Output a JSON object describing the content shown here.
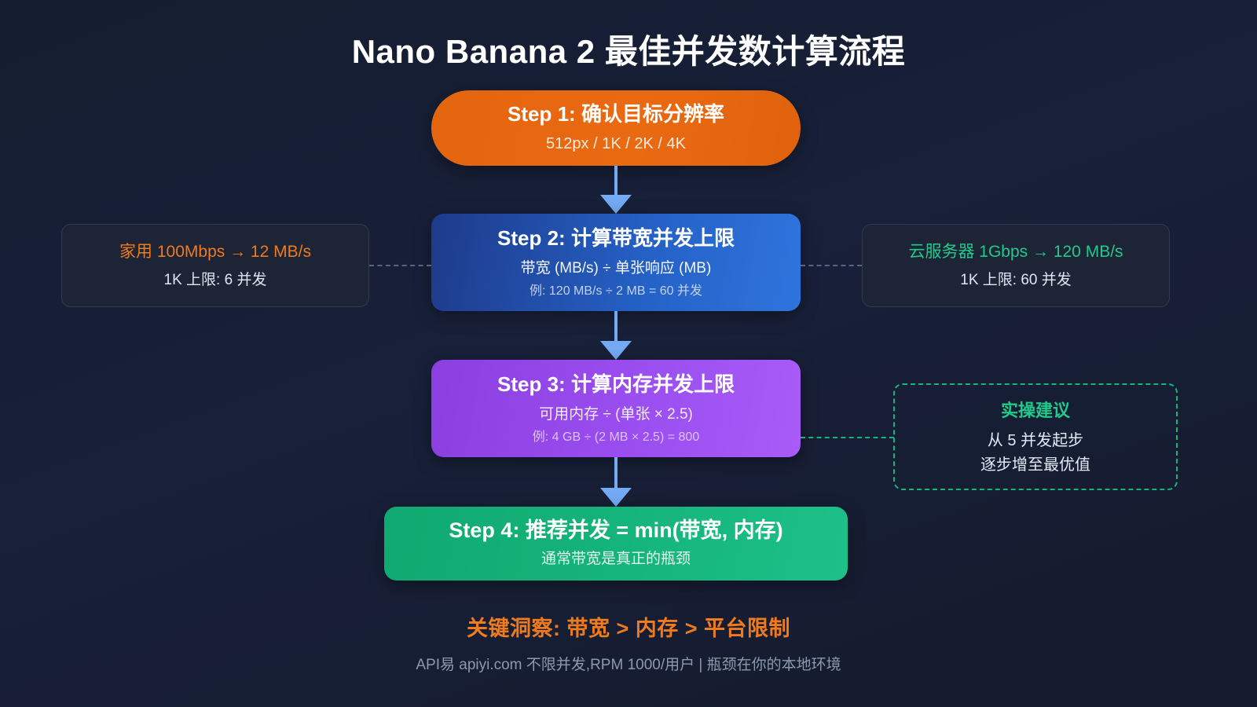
{
  "page": {
    "title": "Nano Banana 2 最佳并发数计算流程",
    "key_insight": "关键洞察: 带宽 > 内存 > 平台限制",
    "footer": "API易 apiyi.com 不限并发,RPM 1000/用户 | 瓶颈在你的本地环境"
  },
  "colors": {
    "background": "#18203a",
    "step1": "#e4650f",
    "step2": "#2563c9",
    "step3": "#9b4ef0",
    "step4": "#15b57b",
    "arrow": "#74aaf4",
    "accent_orange": "#f07a1e",
    "accent_green": "#22c98a",
    "dash_gray": "#566581"
  },
  "steps": [
    {
      "id": "step1",
      "title": "Step 1: 确认目标分辨率",
      "subtitle": "512px / 1K / 2K / 4K",
      "example": ""
    },
    {
      "id": "step2",
      "title": "Step 2: 计算带宽并发上限",
      "subtitle": "带宽 (MB/s) ÷ 单张响应 (MB)",
      "example": "例: 120 MB/s ÷ 2 MB = 60 并发"
    },
    {
      "id": "step3",
      "title": "Step 3: 计算内存并发上限",
      "subtitle": "可用内存 ÷ (单张 × 2.5)",
      "example": "例: 4 GB ÷ (2 MB × 2.5) = 800"
    },
    {
      "id": "step4",
      "title": "Step 4: 推荐并发 = min(带宽, 内存)",
      "subtitle": "通常带宽是真正的瓶颈",
      "example": ""
    }
  ],
  "side_cards": {
    "left": {
      "head": "家用 100Mbps → 12 MB/s",
      "sub": "1K 上限: 6 并发"
    },
    "right": {
      "head": "云服务器 1Gbps → 120 MB/s",
      "sub": "1K 上限: 60 并发"
    }
  },
  "tip_box": {
    "title": "实操建议",
    "line1": "从 5 并发起步",
    "line2": "逐步增至最优值"
  }
}
